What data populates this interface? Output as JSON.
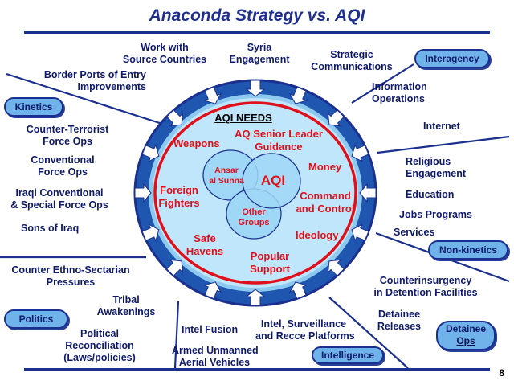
{
  "title": "Anaconda Strategy vs. AQI",
  "page_number": "8",
  "colors": {
    "navy": "#1b2f8e",
    "ring_blue": "#1f56b0",
    "sky": "#8ec9f0",
    "inner_fill": "#bfe6fb",
    "red": "#e0101a",
    "pill_fill": "#6fb3ea"
  },
  "categories": {
    "interagency": "Interagency",
    "kinetics": "Kinetics",
    "non_kinetics": "Non-kinetics",
    "politics": "Politics",
    "detainee_ops": [
      "Detainee",
      "Ops"
    ],
    "intelligence": "Intelligence"
  },
  "outer_labels": {
    "work_with_source": [
      "Work with",
      "Source Countries"
    ],
    "syria": [
      "Syria",
      "Engagement"
    ],
    "strategic_comm": [
      "Strategic",
      "Communications"
    ],
    "border_ports": [
      "Border Ports of Entry",
      "Improvements"
    ],
    "info_ops": [
      "Information",
      "Operations"
    ],
    "internet": "Internet",
    "counter_terrorist": [
      "Counter-Terrorist",
      "Force Ops"
    ],
    "conventional": [
      "Conventional",
      "Force Ops"
    ],
    "iraqi_conventional": [
      "Iraqi Conventional",
      "& Special Force Ops"
    ],
    "sons_of_iraq": "Sons of Iraq",
    "religious": [
      "Religious",
      "Engagement"
    ],
    "education": "Education",
    "jobs": "Jobs Programs",
    "services": "Services",
    "counter_ethno": [
      "Counter Ethno-Sectarian",
      "Pressures"
    ],
    "tribal": [
      "Tribal",
      "Awakenings"
    ],
    "political": [
      "Political",
      "Reconciliation",
      "(Laws/policies)"
    ],
    "intel_fusion": "Intel Fusion",
    "intel_surveillance": [
      "Intel, Surveillance",
      "and Recce Platforms"
    ],
    "armed_unmanned": [
      "Armed Unmanned",
      "Aerial Vehicles"
    ],
    "counterinsurgency": [
      "Counterinsurgency",
      "in Detention Facilities"
    ],
    "detainee_releases": [
      "Detainee",
      "Releases"
    ]
  },
  "needs": {
    "heading": "AQI NEEDS",
    "weapons": "Weapons",
    "aq_leader": [
      "AQ Senior Leader",
      "Guidance"
    ],
    "money": "Money",
    "foreign": [
      "Foreign",
      "Fighters"
    ],
    "command": [
      "Command",
      "and Control"
    ],
    "ideology": "Ideology",
    "safe": [
      "Safe",
      "Havens"
    ],
    "popular": [
      "Popular",
      "Support"
    ],
    "ansar": [
      "Ansar",
      "al Sunna"
    ],
    "aqi": "AQI",
    "other": [
      "Other",
      "Groups"
    ]
  }
}
